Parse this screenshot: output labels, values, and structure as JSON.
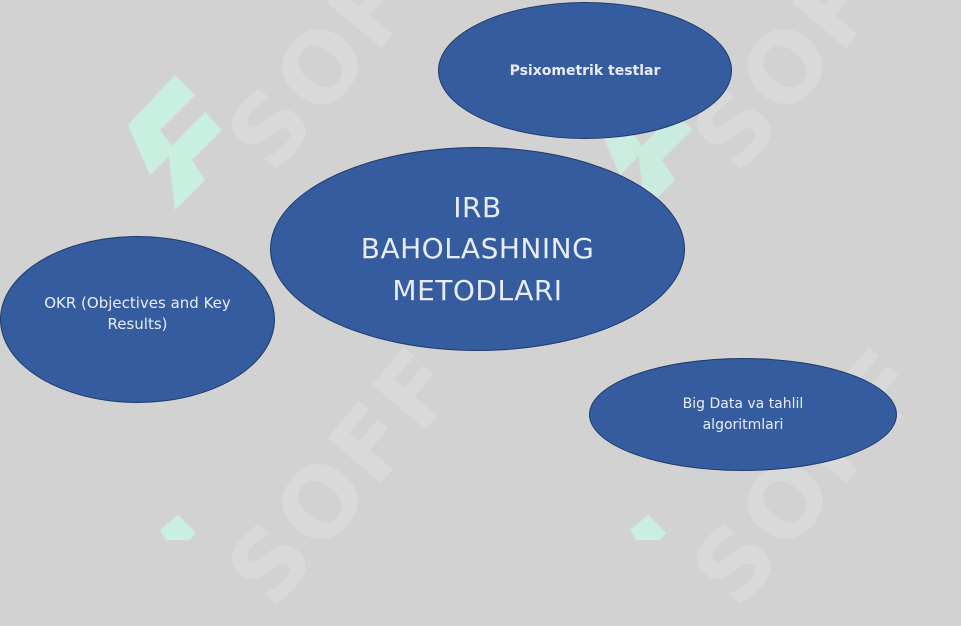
{
  "diagram": {
    "center": {
      "label": "IRB\nBAHOLASHNING\nMETODLARI"
    },
    "nodes": [
      {
        "id": "top",
        "label": "Psixometrik testlar"
      },
      {
        "id": "left",
        "label": "OKR (Objectives and Key\nResults)"
      },
      {
        "id": "right",
        "label": "Big Data va tahlil\nalgoritmlari"
      }
    ]
  },
  "watermark": {
    "text": "SOFF"
  },
  "colors": {
    "background": "#d2d2d2",
    "node_fill": "#355c9e",
    "node_border": "#1f3a6a",
    "node_text": "#e8ecf4",
    "watermark_logo": "#c9efe0",
    "watermark_text": "#d9d9d9"
  }
}
